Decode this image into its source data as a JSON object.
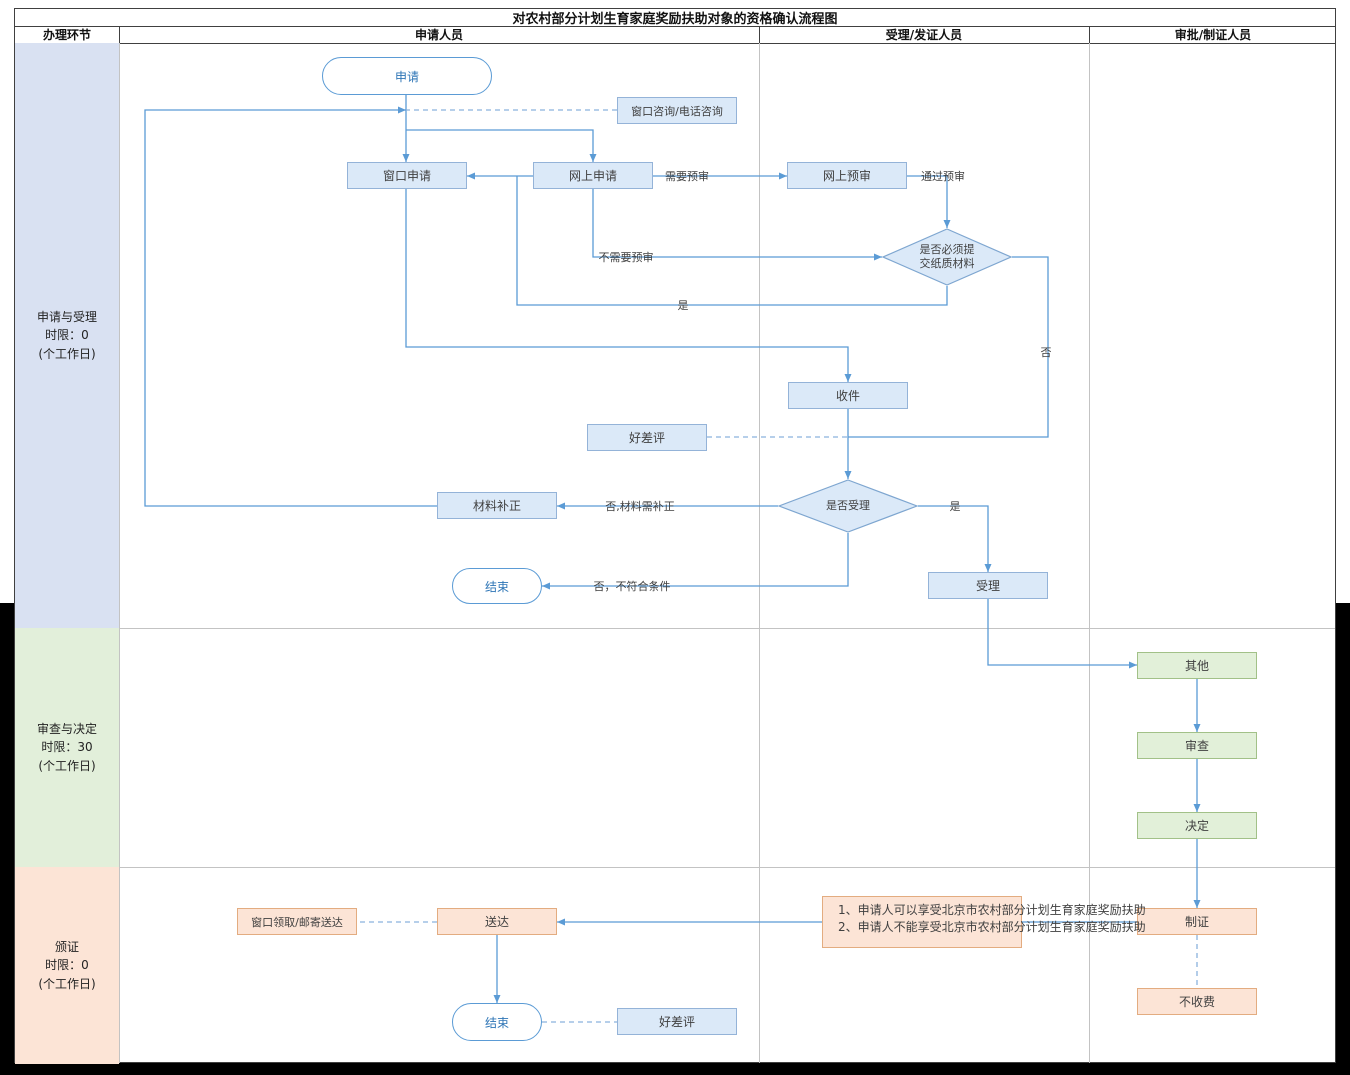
{
  "title": "对农村部分计划生育家庭奖励扶助对象的资格确认流程图",
  "columns": [
    "办理环节",
    "申请人员",
    "受理/发证人员",
    "审批/制证人员"
  ],
  "lanes": [
    {
      "name": "申请与受理",
      "time": "时限：0",
      "unit": "(个工作日)"
    },
    {
      "name": "审查与决定",
      "time": "时限：30",
      "unit": "(个工作日)"
    },
    {
      "name": "颁证",
      "time": "时限：0",
      "unit": "(个工作日)"
    }
  ],
  "nodes": {
    "start": "申请",
    "consult": "窗口咨询/电话咨询",
    "window_apply": "窗口申请",
    "online_apply": "网上申请",
    "online_preview": "网上预审",
    "need_paper": "是否必须提交纸质材料",
    "receive": "收件",
    "rating1": "好差评",
    "accept_decision": "是否受理",
    "material_fix": "材料补正",
    "end_mid": "结束",
    "accept": "受理",
    "other": "其他",
    "examine": "审查",
    "decide": "决定",
    "make_cert": "制证",
    "note_line1": "1、申请人可以享受北京市农村部分计划生育家庭奖励扶助",
    "note_line2": "2、申请人不能享受北京市农村部分计划生育家庭奖励扶助",
    "deliver": "送达",
    "pickup": "窗口领取/邮寄送达",
    "no_fee": "不收费",
    "end_bottom": "结束",
    "rating2": "好差评"
  },
  "edge_labels": {
    "need_preview": "需要预审",
    "pass_preview": "通过预审",
    "no_need_preview": "不需要预审",
    "yes_paper": "是",
    "no_paper": "否",
    "no_fix": "否,材料需补正",
    "yes_accept": "是",
    "no_reject": "否，不符合条件"
  },
  "colors": {
    "lane1_bg": "#d9e1f2",
    "lane2_bg": "#e2efda",
    "lane3_bg": "#fce4d6",
    "process_blue": "#dbe9f8",
    "process_green": "#e2f0d9",
    "process_orange": "#fce4d6",
    "line_blue": "#5b9bd5",
    "dashed_blue": "#8ab2dd",
    "stadium_text": "#2e75b6"
  }
}
